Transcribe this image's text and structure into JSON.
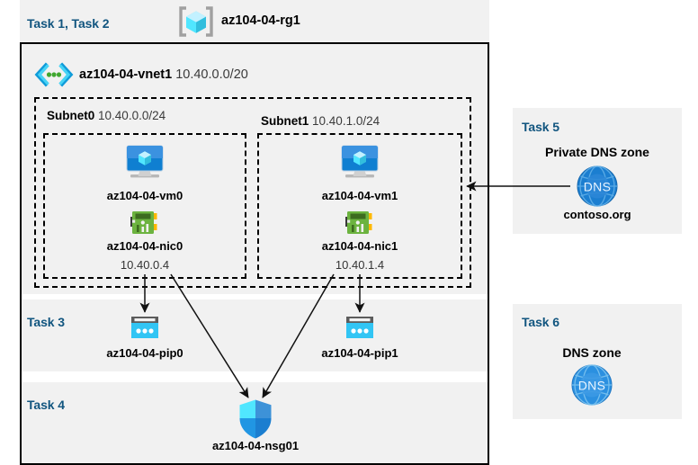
{
  "header": {
    "task_label": "Task 1, Task 2",
    "resource_group": "az104-04-rg1",
    "rg_icon": "resource-group-cube-icon"
  },
  "vnet": {
    "name": "az104-04-vnet1",
    "cidr": "10.40.0.0/20",
    "icon": "virtual-network-icon"
  },
  "subnets": [
    {
      "name": "Subnet0",
      "cidr": "10.40.0.0/24"
    },
    {
      "name": "Subnet1",
      "cidr": "10.40.1.0/24"
    }
  ],
  "vms": [
    {
      "name": "az104-04-vm0",
      "icon": "virtual-machine-icon"
    },
    {
      "name": "az104-04-vm1",
      "icon": "virtual-machine-icon"
    }
  ],
  "nics": [
    {
      "name": "az104-04-nic0",
      "ip": "10.40.0.4",
      "icon": "network-interface-icon"
    },
    {
      "name": "az104-04-nic1",
      "ip": "10.40.1.4",
      "icon": "network-interface-icon"
    }
  ],
  "public_ips": {
    "task_label": "Task 3",
    "items": [
      {
        "name": "az104-04-pip0",
        "icon": "public-ip-address-icon"
      },
      {
        "name": "az104-04-pip1",
        "icon": "public-ip-address-icon"
      }
    ]
  },
  "nsg": {
    "task_label": "Task 4",
    "name": "az104-04-nsg01",
    "icon": "network-security-group-shield-icon"
  },
  "private_dns": {
    "task_label": "Task 5",
    "title": "Private DNS zone",
    "name": "contoso.org",
    "icon": "dns-globe-icon",
    "icon_text": "DNS"
  },
  "public_dns": {
    "task_label": "Task 6",
    "title": "DNS zone",
    "icon": "dns-globe-icon",
    "icon_text": "DNS"
  },
  "colors": {
    "task_text": "#11557f",
    "panel_bg": "#f1f1f1",
    "page_bg": "#ffffff",
    "border": "#000000",
    "azure_blue": "#0078d4",
    "cyan": "#32c5f4",
    "nic_green": "#6cb33f",
    "dns_blue": "#2a7fd4"
  }
}
